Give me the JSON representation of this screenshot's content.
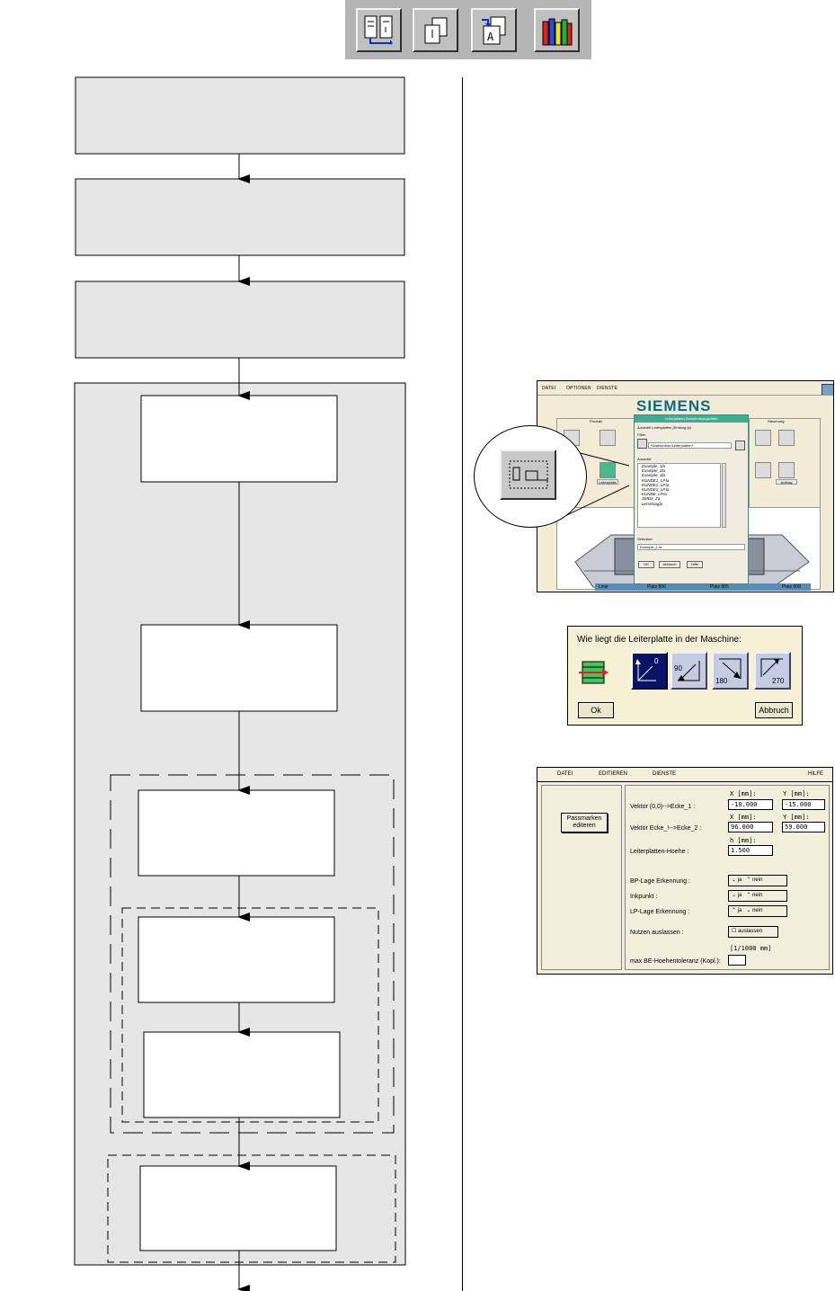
{
  "toolbar": {
    "icons": [
      "layout-icon",
      "copy-icon",
      "import-icon",
      "library-icon"
    ]
  },
  "screen1": {
    "menu": [
      "DATEI",
      "OPTIONEN",
      "DIENSTE"
    ],
    "logo": "SIEMENS",
    "group_labels": [
      "Produkt",
      "Steuerung"
    ],
    "dialog_title": "Leiterplatten-Beschreibungsdatei",
    "dialog_heading": "Auswahl Leiterplatten (Endung lp)",
    "filter_label": "Filter:",
    "filter_value": "*Dateiordner/Leiterplatten*",
    "auswahl_label": "Auswahl:",
    "files": [
      "Example_1la",
      "Example_2la",
      "Example_3la",
      "KUNDE1_LP.la",
      "KUNDE1_LP.la",
      "KUNDE2_LP.la",
      "KUNDE_LP.la",
      "SMD3_Za",
      "uerschiagla"
    ],
    "selection_label": "Selection:",
    "selection_value": "Example_1.la",
    "buttons": [
      "OK",
      "Abbruch",
      "Hilfe"
    ],
    "icon_captions": [
      "Leiterplatte",
      "Auftrag"
    ],
    "footer": [
      "Linie",
      "Platz 806",
      "Platz 805",
      "Platz 808"
    ]
  },
  "screen2": {
    "question": "Wie liegt die Leiterplatte in der Maschine:",
    "orientations": [
      "0",
      "90",
      "180",
      "270"
    ],
    "ok": "Ok",
    "cancel": "Abbruch"
  },
  "screen3": {
    "menu": [
      "DATEI",
      "EDITIEREN",
      "DIENSTE",
      "HILFE"
    ],
    "side_button": "Passmarken editeren",
    "rows": [
      {
        "label": "Vektor (0,0)-->Ecke_1 :",
        "x_head": "X [mm]:",
        "y_head": "Y [mm]:",
        "x": "-10.000",
        "y": "-15.000"
      },
      {
        "label": "Vektor Ecke_!-->Ecke_2 :",
        "x_head": "X [mm]:",
        "y_head": "Y [mm]:",
        "x": "96.000",
        "y": "59.000"
      }
    ],
    "height_head": "h [mm]:",
    "height_label": "Leiterplatten-Hoehe :",
    "height_value": "1.500",
    "toggles": [
      {
        "label": "BP-Lage Erkennung :",
        "a": "ja",
        "b": "nein"
      },
      {
        "label": "Inkpunkt :",
        "a": "ja",
        "b": "nein"
      },
      {
        "label": "LP-Lage Erkennung :",
        "a": "ja",
        "b": "nein"
      }
    ],
    "nutzen_label": "Nutzen auslassen :",
    "nutzen_button": "auslassen",
    "tol_head": "[1/1000 mm]",
    "tol_label": "max BE-Hoehentoleranz (Kopl.):",
    "tol_value": ""
  }
}
